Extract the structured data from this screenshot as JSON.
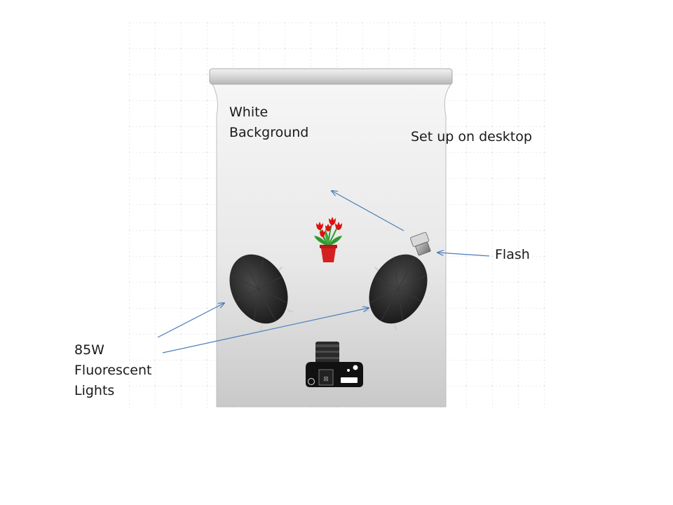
{
  "labels": {
    "white_background_line1": "White",
    "white_background_line2": "Background",
    "setup": "Set up on desktop",
    "flash": "Flash",
    "lights_line1": "85W",
    "lights_line2": "Fluorescent",
    "lights_line3": "Lights"
  },
  "icons": {
    "subject": "flower-pot-icon",
    "left_light": "umbrella-light-icon",
    "right_light": "umbrella-light-icon",
    "flash": "flash-unit-icon",
    "camera": "camera-icon"
  },
  "colors": {
    "arrow": "#4a7ebb",
    "backdrop": "#e4e4e4",
    "grid": "#d8d8d8",
    "tulip": "#e01010",
    "pot": "#d42020",
    "leaf": "#2e9a2e",
    "umbrella": "#1e1e1e"
  }
}
